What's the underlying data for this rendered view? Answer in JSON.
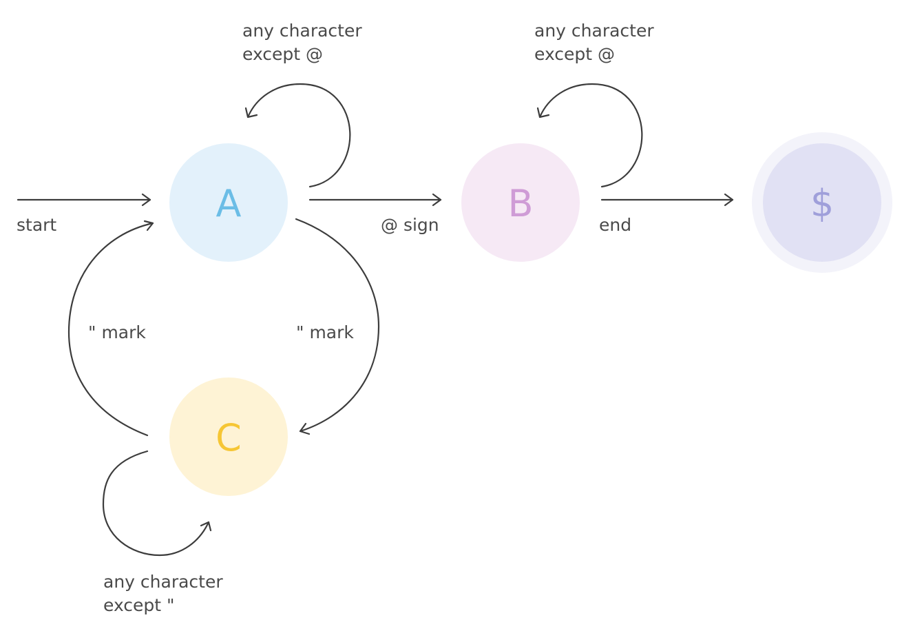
{
  "states": {
    "a": {
      "label": "A",
      "fill": "#e3f1fb",
      "text_color": "#6bbde6"
    },
    "b": {
      "label": "B",
      "fill": "#f6e9f5",
      "text_color": "#cf9cd6"
    },
    "c": {
      "label": "C",
      "fill": "#fef3d5",
      "text_color": "#f6c634"
    },
    "end": {
      "label": "$",
      "fill": "#e1e1f4",
      "ring_color": "#f3f3fa",
      "text_color": "#9f9fda"
    }
  },
  "transitions": {
    "start": {
      "label": "start"
    },
    "a_self": {
      "line1": "any character",
      "line2": "except @"
    },
    "a_to_b": {
      "label": "@ sign"
    },
    "b_self": {
      "line1": "any character",
      "line2": "except @"
    },
    "b_to_end": {
      "label": "end"
    },
    "c_to_a": {
      "label": "\" mark"
    },
    "a_to_c": {
      "label": "\" mark"
    },
    "c_self": {
      "line1": "any character",
      "line2": "except \""
    }
  },
  "colors": {
    "edge": "#3c3c3c",
    "label": "#4a4a4a"
  }
}
